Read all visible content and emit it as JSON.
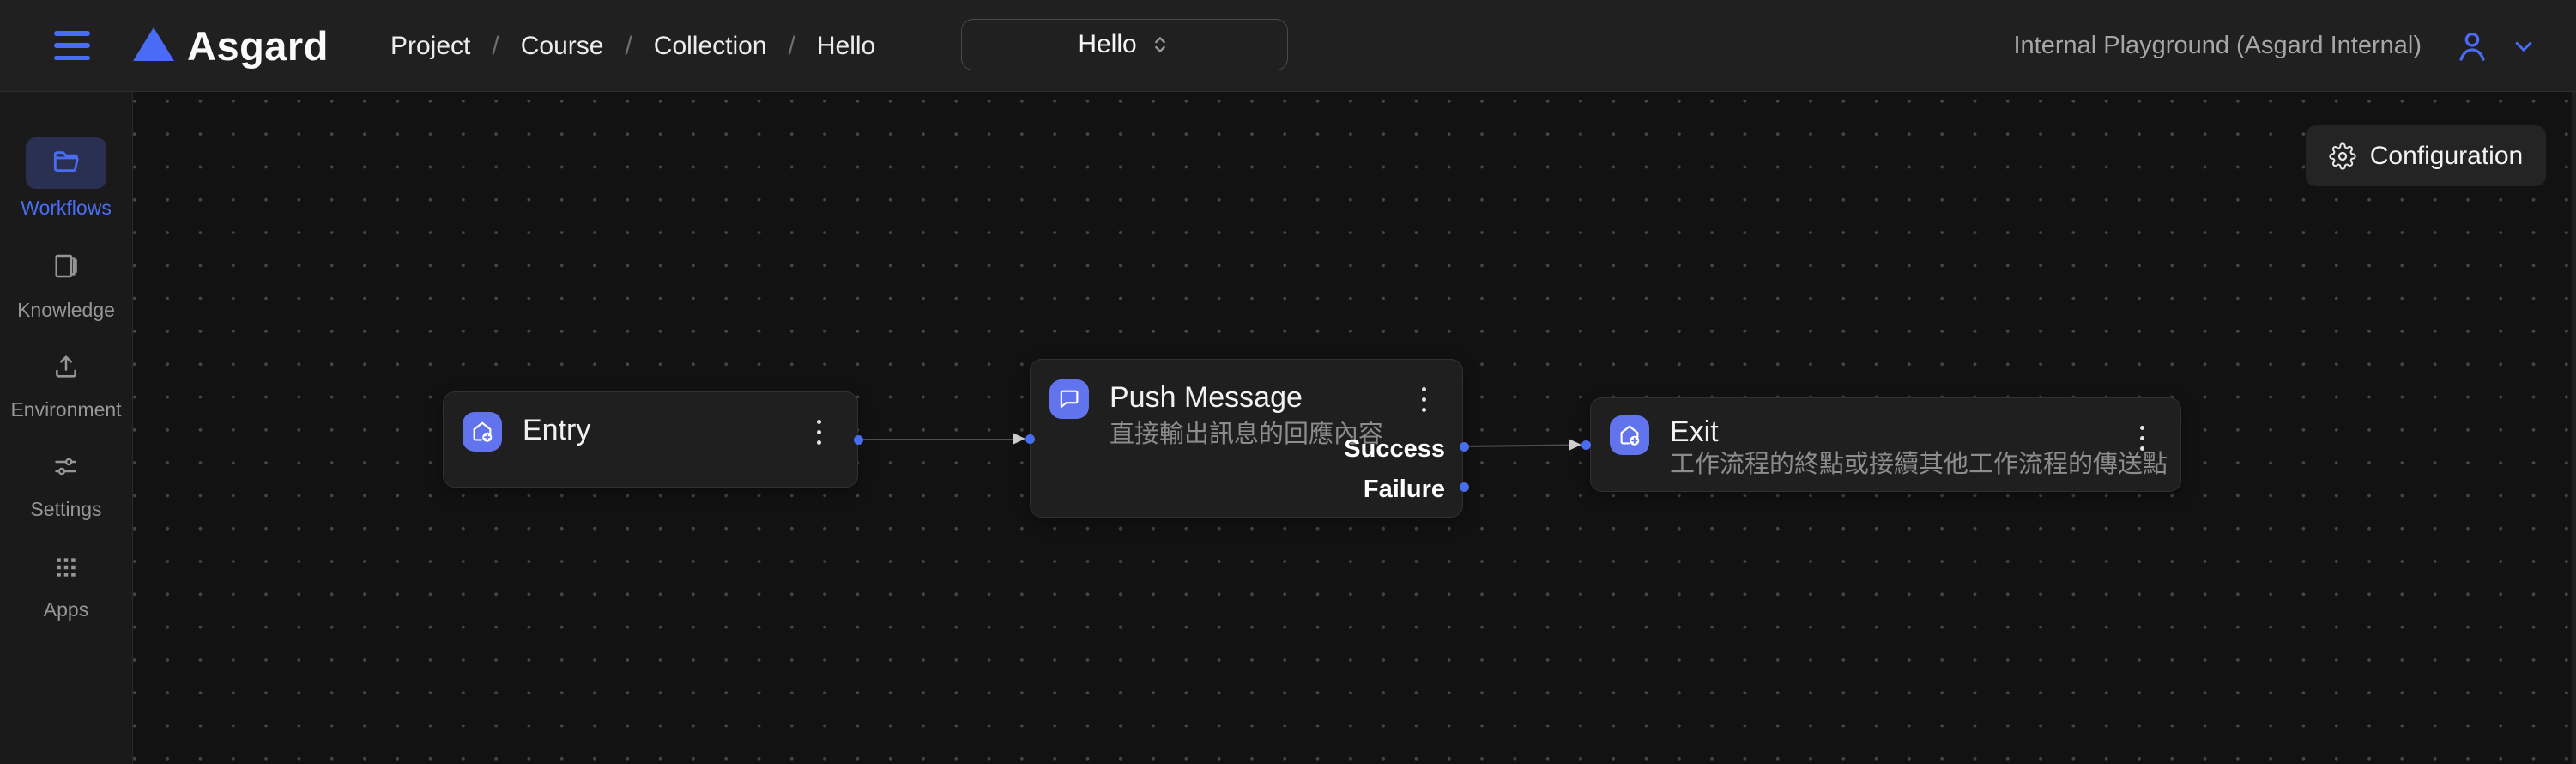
{
  "topbar": {
    "logo": "Asgard",
    "breadcrumb": {
      "items": [
        "Project",
        "Course",
        "Collection",
        "Hello"
      ],
      "separator": "/"
    },
    "workflow_select": {
      "value": "Hello"
    },
    "workspace_label": "Internal Playground (Asgard Internal)"
  },
  "sidebar": {
    "items": [
      {
        "label": "Workflows",
        "icon": "folder-icon",
        "active": true
      },
      {
        "label": "Knowledge",
        "icon": "book-icon",
        "active": false
      },
      {
        "label": "Environment",
        "icon": "upload-icon",
        "active": false
      },
      {
        "label": "Settings",
        "icon": "sliders-icon",
        "active": false
      },
      {
        "label": "Apps",
        "icon": "grid-icon",
        "active": false
      }
    ]
  },
  "canvas": {
    "configuration_button": "Configuration",
    "nodes": [
      {
        "id": "entry",
        "title": "Entry",
        "icon": "home-plus-icon"
      },
      {
        "id": "push-message",
        "title": "Push Message",
        "subtitle": "直接輸出訊息的回應內容",
        "icon": "chat-bubble-icon",
        "outputs": [
          "Success",
          "Failure"
        ]
      },
      {
        "id": "exit",
        "title": "Exit",
        "subtitle": "工作流程的終點或接續其他工作流程的傳送點",
        "icon": "home-plus-icon"
      }
    ],
    "edges": [
      {
        "from": "Entry",
        "to": "Push Message"
      },
      {
        "from": "Push Message.Success",
        "to": "Exit"
      }
    ]
  },
  "colors": {
    "accent": "#4a6bf5",
    "node_icon_bg": "#6273ee",
    "active_item_bg": "#293052",
    "active_item_text": "#4d6df2",
    "topbar_bg": "#202020",
    "sidebar_bg": "#1a1a1a",
    "canvas_bg": "#121212",
    "node_bg": "#1f1f1f",
    "edge_line": "#4f4f4f"
  }
}
